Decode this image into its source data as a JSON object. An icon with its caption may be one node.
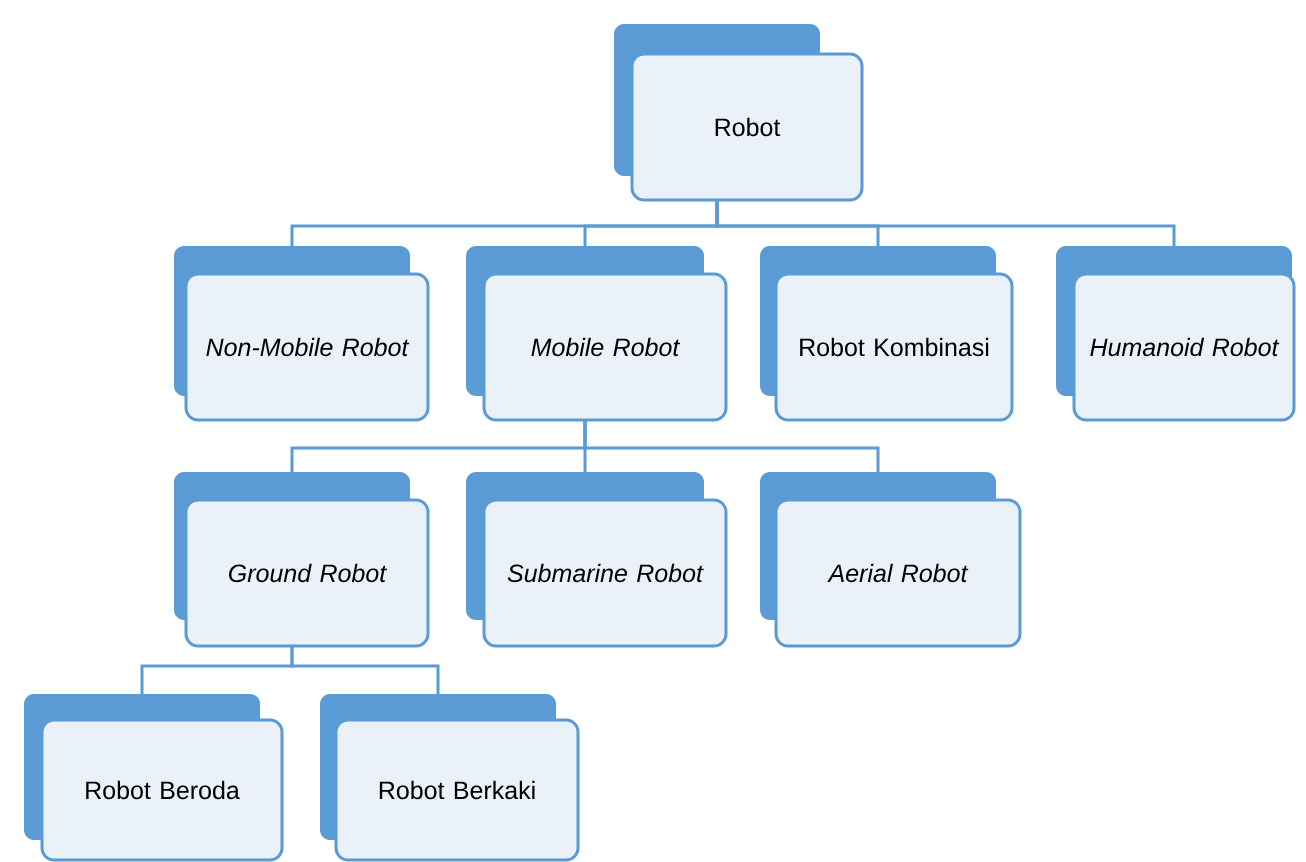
{
  "diagram": {
    "nodes": [
      {
        "text": [
          "Robot"
        ]
      },
      {
        "text": [
          "Non-Mobile Robot"
        ]
      },
      {
        "text": [
          "Mobile Robot"
        ]
      },
      {
        "text": [
          "Robot Kombinasi"
        ]
      },
      {
        "text": [
          "Humanoid Robot"
        ]
      },
      {
        "text": [
          "Ground Robot"
        ]
      },
      {
        "text": [
          "Submarine Robot"
        ]
      },
      {
        "text": [
          "Aerial Robot"
        ]
      },
      {
        "text": [
          "Robot Beroda"
        ]
      },
      {
        "text": [
          "Robot Berkaki"
        ]
      }
    ],
    "edges": [
      {
        "from": 0,
        "to": 1,
        "arrow": "none"
      },
      {
        "from": 0,
        "to": 2,
        "arrow": "none"
      },
      {
        "from": 0,
        "to": 3,
        "arrow": "none"
      },
      {
        "from": 0,
        "to": 4,
        "arrow": "none"
      },
      {
        "from": 2,
        "to": 5,
        "arrow": "none"
      },
      {
        "from": 2,
        "to": 6,
        "arrow": "none"
      },
      {
        "from": 2,
        "to": 7,
        "arrow": "none"
      },
      {
        "from": 5,
        "to": 8,
        "arrow": "none"
      },
      {
        "from": 5,
        "to": 9,
        "arrow": "none"
      }
    ]
  }
}
